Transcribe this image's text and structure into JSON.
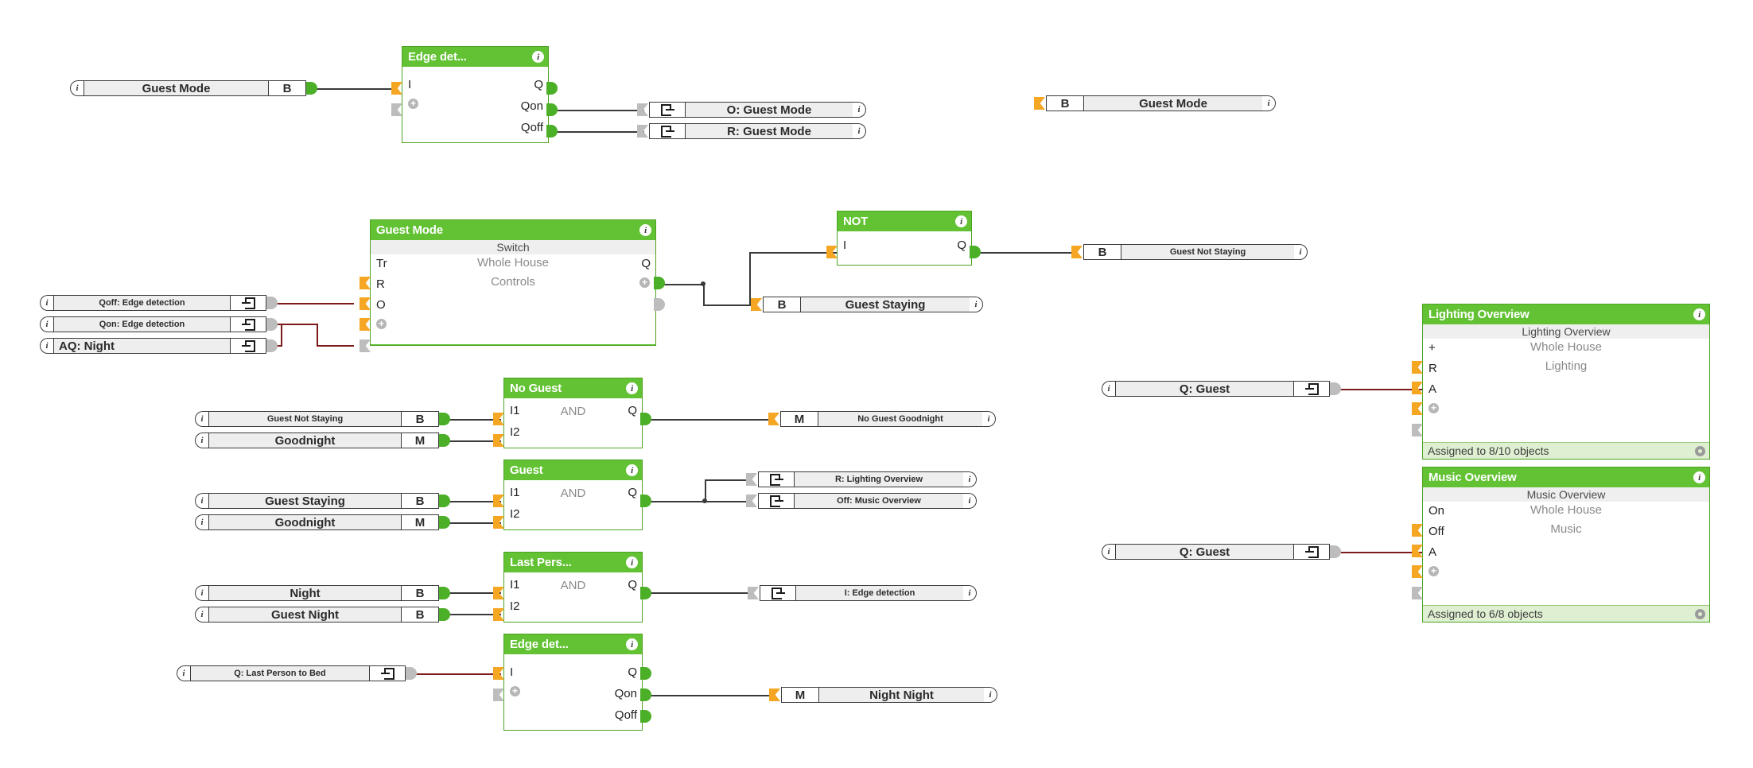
{
  "app": {
    "title": "Loxone Config logic program page"
  },
  "icons": {
    "info": "i",
    "gear": "gear-icon",
    "plus": "+"
  },
  "blocks": [
    {
      "id": "edge-detection-top",
      "title": "Edge det...",
      "inputs": [
        "I"
      ],
      "outputs": [
        "Q",
        "Qon",
        "Qoff"
      ],
      "subtitle": "",
      "center_lines": []
    },
    {
      "id": "guest-mode-switch",
      "title": "Guest Mode",
      "subtitle": "Switch",
      "inputs": [
        "Tr",
        "R",
        "O"
      ],
      "outputs": [
        "Q"
      ],
      "center_lines": [
        "Whole House",
        "Controls"
      ]
    },
    {
      "id": "not-gate",
      "title": "NOT",
      "inputs": [
        "I"
      ],
      "outputs": [
        "Q"
      ],
      "center_lines": []
    },
    {
      "id": "no-guest-and",
      "title": "No Guest",
      "inputs": [
        "I1",
        "I2"
      ],
      "outputs": [
        "Q"
      ],
      "center_lines": [
        "AND"
      ]
    },
    {
      "id": "guest-and",
      "title": "Guest",
      "inputs": [
        "I1",
        "I2"
      ],
      "outputs": [
        "Q"
      ],
      "center_lines": [
        "AND"
      ]
    },
    {
      "id": "last-person-and",
      "title": "Last Pers...",
      "inputs": [
        "I1",
        "I2"
      ],
      "outputs": [
        "Q"
      ],
      "center_lines": [
        "AND"
      ]
    },
    {
      "id": "edge-detection-bottom",
      "title": "Edge det...",
      "inputs": [
        "I"
      ],
      "outputs": [
        "Q",
        "Qon",
        "Qoff"
      ],
      "center_lines": []
    },
    {
      "id": "lighting-overview",
      "title": "Lighting Overview",
      "subtitle": "Lighting Overview",
      "inputs": [
        "+",
        "R",
        "A"
      ],
      "outputs": [],
      "center_lines": [
        "Whole House",
        "Lighting"
      ],
      "assigned": "Assigned to 8/10 objects"
    },
    {
      "id": "music-overview",
      "title": "Music Overview",
      "subtitle": "Music Overview",
      "inputs": [
        "On",
        "Off",
        "A"
      ],
      "outputs": [],
      "center_lines": [
        "Whole House",
        "Music"
      ],
      "assigned": "Assigned to 6/8 objects"
    }
  ],
  "io": {
    "guest_mode_input": {
      "label": "Guest Mode",
      "type": "B"
    },
    "o_guest_mode": {
      "label": "O: Guest Mode",
      "type": "connector-out"
    },
    "r_guest_mode": {
      "label": "R: Guest Mode",
      "type": "connector-out"
    },
    "guest_mode_ref": {
      "label": "Guest Mode",
      "type": "B"
    },
    "qoff_edge_detection": {
      "label": "Qoff: Edge detection",
      "type": "connector-in"
    },
    "qon_edge_detection": {
      "label": "Qon: Edge detection",
      "type": "connector-in"
    },
    "aq_night": {
      "label": "AQ: Night",
      "type": "connector-in"
    },
    "guest_not_staying_out": {
      "label": "Guest Not Staying",
      "type": "B"
    },
    "guest_staying_out": {
      "label": "Guest Staying",
      "type": "B"
    },
    "guest_not_staying_in": {
      "label": "Guest Not Staying",
      "type": "B"
    },
    "goodnight_1": {
      "label": "Goodnight",
      "type": "M"
    },
    "guest_staying_in": {
      "label": "Guest Staying",
      "type": "B"
    },
    "goodnight_2": {
      "label": "Goodnight",
      "type": "M"
    },
    "night": {
      "label": "Night",
      "type": "B"
    },
    "guest_night": {
      "label": "Guest Night",
      "type": "B"
    },
    "q_last_person_to_bed": {
      "label": "Q: Last Person to Bed",
      "type": "connector-in"
    },
    "no_guest_goodnight": {
      "label": "No Guest Goodnight",
      "type": "M"
    },
    "r_lighting_overview": {
      "label": "R: Lighting Overview",
      "type": "connector-out"
    },
    "off_music_overview": {
      "label": "Off: Music Overview",
      "type": "connector-out"
    },
    "i_edge_detection": {
      "label": "I: Edge detection",
      "type": "connector-out"
    },
    "night_night": {
      "label": "Night Night",
      "type": "M"
    },
    "q_guest_lighting": {
      "label": "Q: Guest",
      "type": "connector-in"
    },
    "q_guest_music": {
      "label": "Q: Guest",
      "type": "connector-in"
    }
  },
  "colors": {
    "block_green": "#62c234",
    "pin_green": "#4caf28",
    "pin_orange": "#f5a623",
    "wire": "#3a3a3a",
    "wire_red": "#7b1a18",
    "assign_bg": "#dff0d2",
    "io_bg": "#eeeeee"
  }
}
